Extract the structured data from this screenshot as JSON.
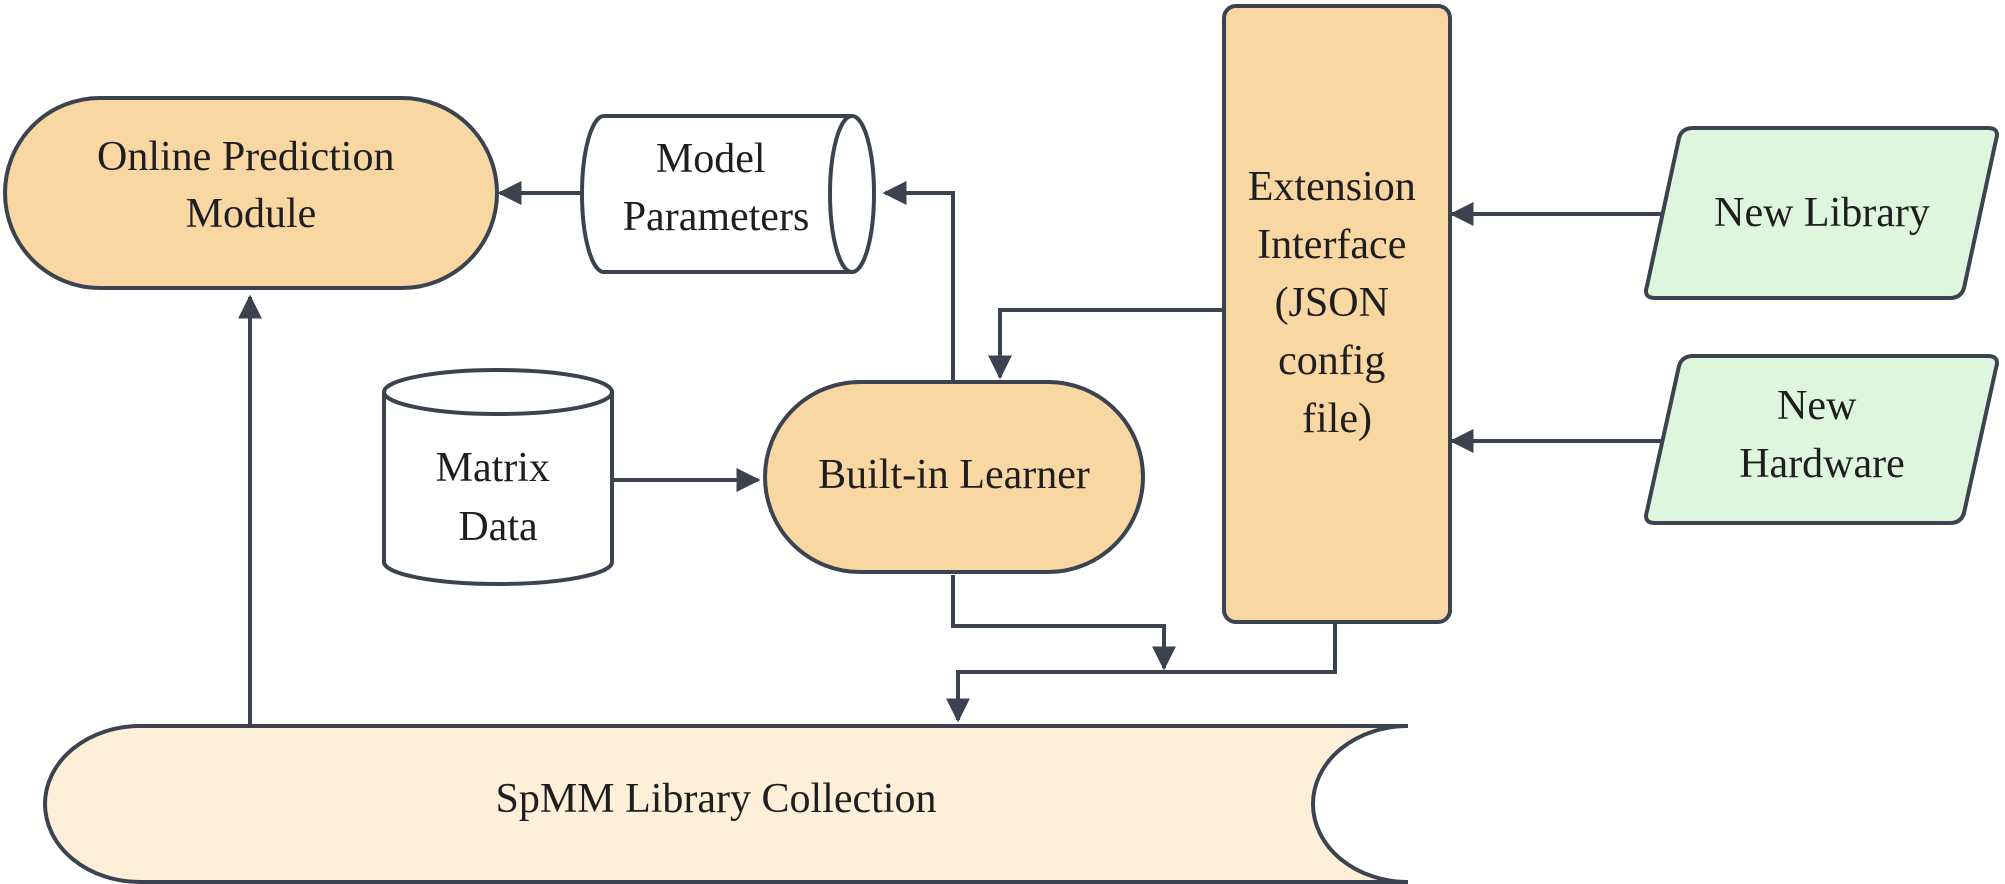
{
  "colors": {
    "process_fill": "#f9d7a3",
    "data_store_fill": "#ffffff",
    "library_fill": "#fdefd8",
    "input_fill": "#ddf6dd",
    "line": "#3b4250"
  },
  "nodes": {
    "online_prediction_module": {
      "lines": [
        "Online Prediction",
        "Module"
      ]
    },
    "model_parameters": {
      "lines": [
        "Model",
        "Parameters"
      ]
    },
    "extension_interface": {
      "lines": [
        "Extension",
        "Interface",
        "(JSON",
        "config",
        "file)"
      ]
    },
    "new_library": {
      "lines": [
        "New Library"
      ]
    },
    "new_hardware": {
      "lines": [
        "New",
        "Hardware"
      ]
    },
    "matrix_data": {
      "lines": [
        "Matrix",
        "Data"
      ]
    },
    "built_in_learner": {
      "lines": [
        "Built-in Learner"
      ]
    },
    "spmm_library_collection": {
      "lines": [
        "SpMM Library Collection"
      ]
    }
  },
  "edges": [
    {
      "from": "model_parameters",
      "to": "online_prediction_module"
    },
    {
      "from": "built_in_learner",
      "to": "model_parameters"
    },
    {
      "from": "extension_interface",
      "to": "built_in_learner"
    },
    {
      "from": "new_library",
      "to": "extension_interface"
    },
    {
      "from": "new_hardware",
      "to": "extension_interface"
    },
    {
      "from": "matrix_data",
      "to": "built_in_learner"
    },
    {
      "from": "built_in_learner",
      "to": "spmm_library_collection"
    },
    {
      "from": "extension_interface",
      "to": "spmm_library_collection"
    },
    {
      "from": "spmm_library_collection",
      "to": "online_prediction_module"
    }
  ]
}
